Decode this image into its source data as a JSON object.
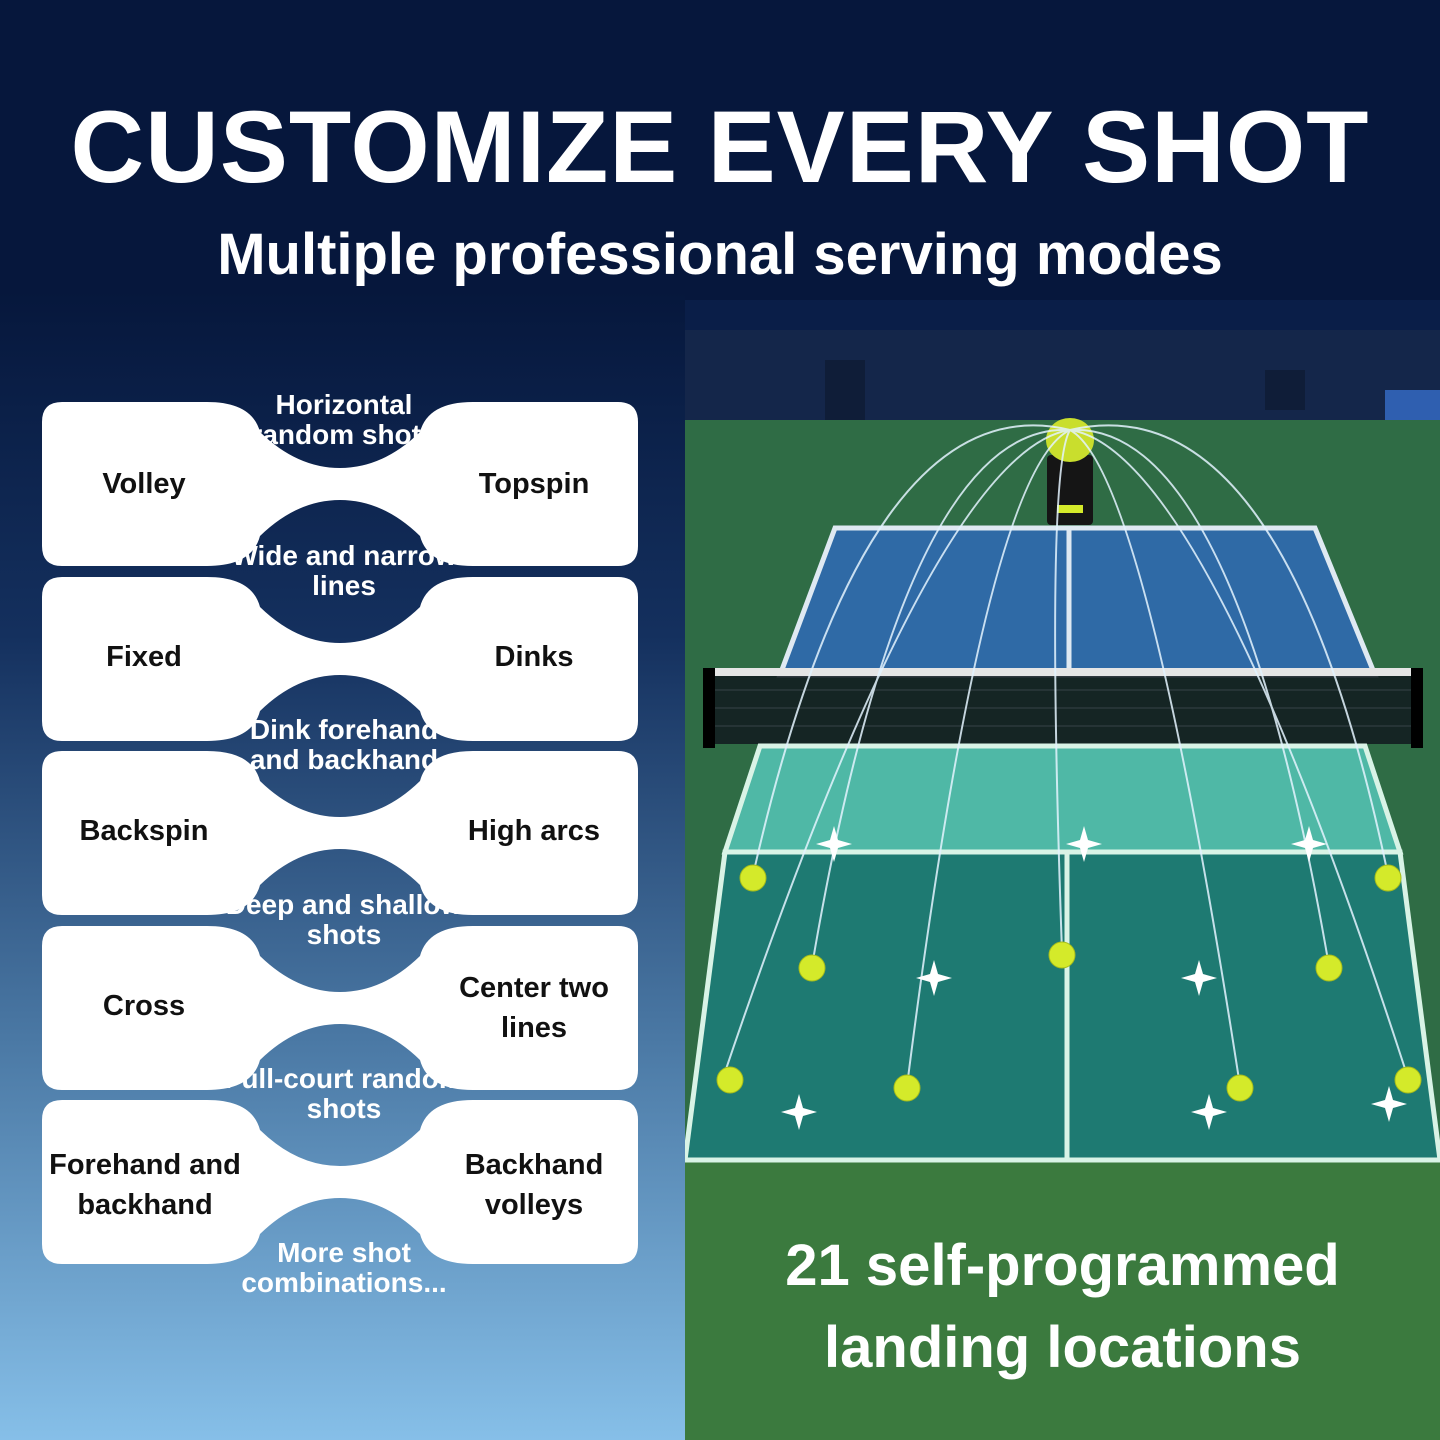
{
  "headline": "CUSTOMIZE EVERY SHOT",
  "subheadline": "Multiple professional serving modes",
  "cards": [
    {
      "left": "Volley",
      "right": "Topspin"
    },
    {
      "left": "Fixed",
      "right": "Dinks"
    },
    {
      "left": "Backspin",
      "right": "High arcs"
    },
    {
      "left": "Cross",
      "right": "Center two lines"
    },
    {
      "left": "Forehand and backhand",
      "right": "Backhand volleys"
    }
  ],
  "between": [
    "Horizontal random shots",
    "Wide and narrow lines",
    "Dink forehand and backhand",
    "Deep and shallow shots",
    "Full-court random shots",
    "More shot combinations..."
  ],
  "court_caption": {
    "line1": "21 self-programmed",
    "line2": "landing locations"
  },
  "colors": {
    "navy": "#06173c",
    "sky": "#85bde6",
    "court_blue": "#2f6aa6",
    "kitchen_teal": "#4fb8a6",
    "back_court": "#1e7a72",
    "surround_green": "#3b7a3e",
    "ball": "#d4ea2a"
  }
}
